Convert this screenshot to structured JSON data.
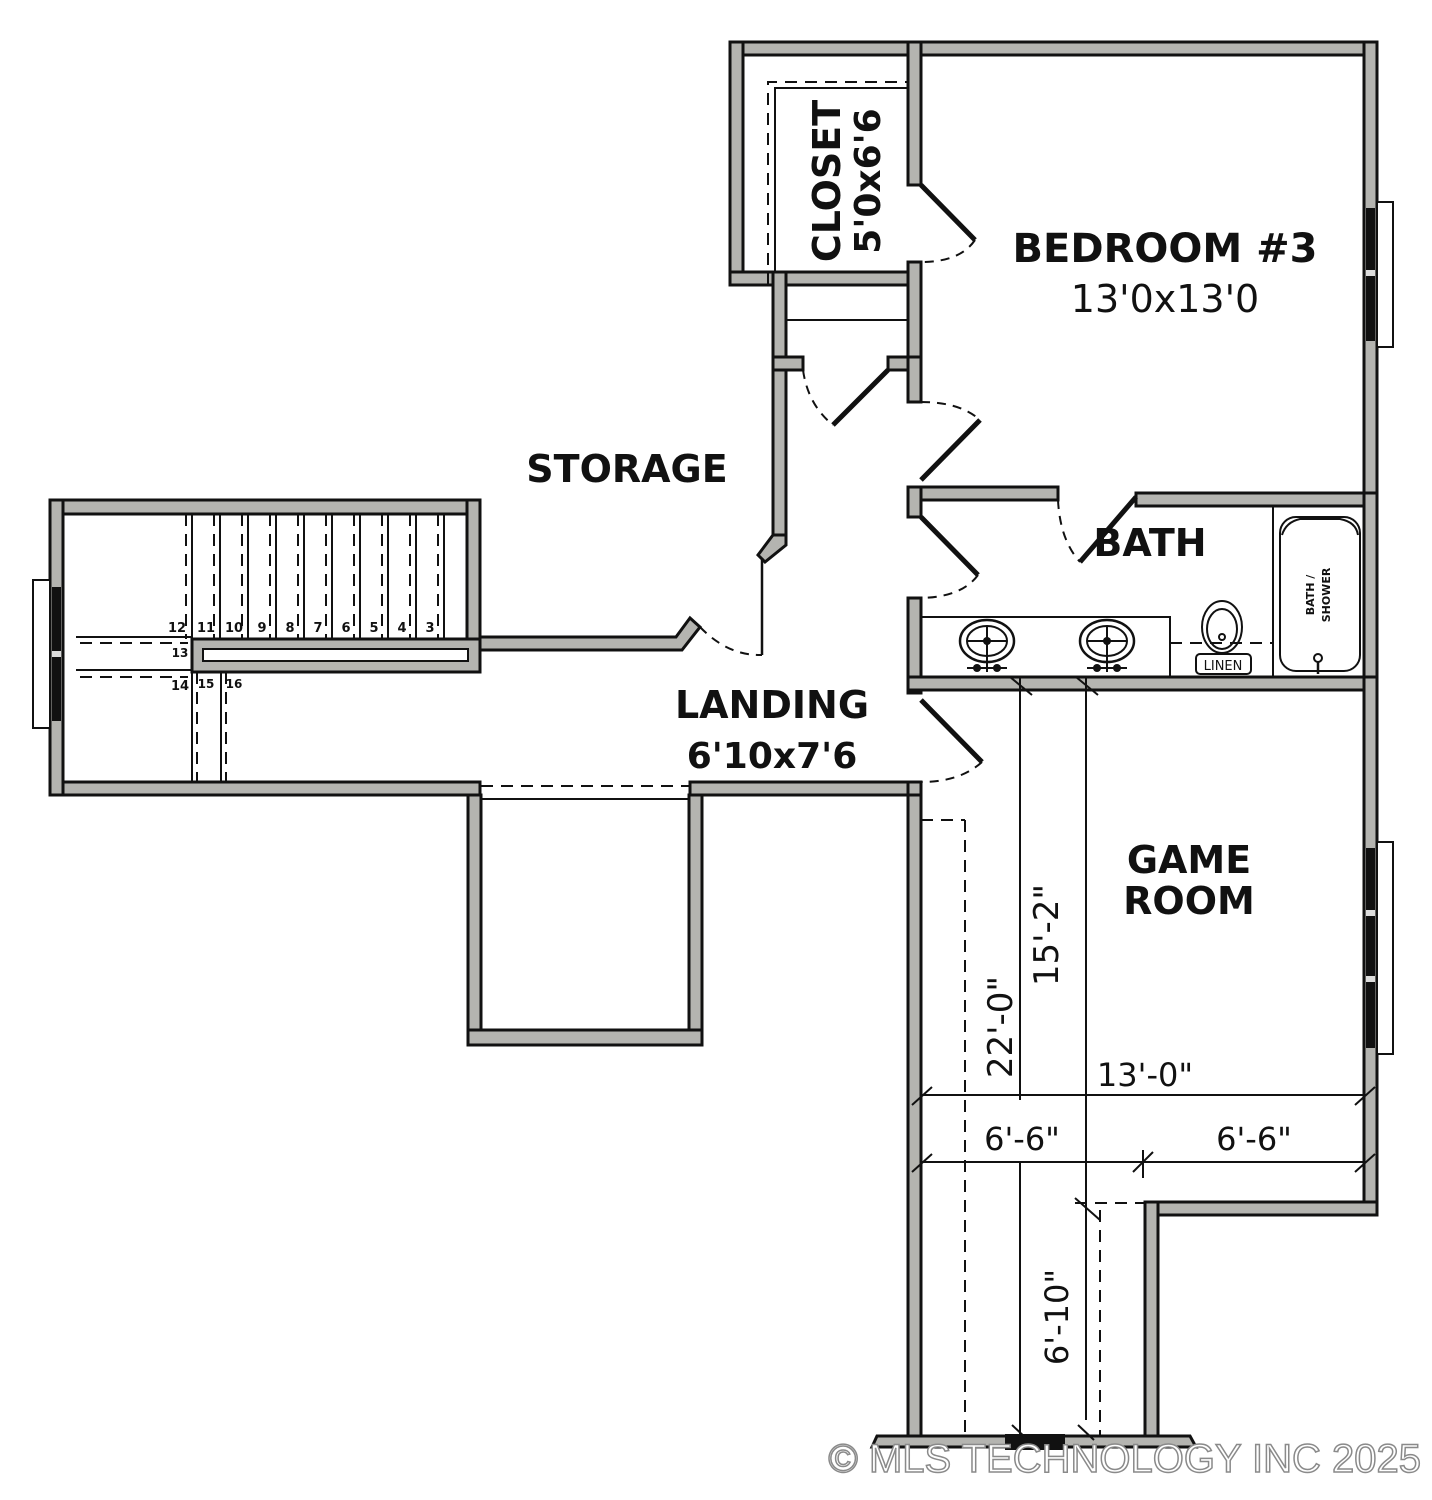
{
  "plan": {
    "rooms": {
      "bedroom3": {
        "name": "BEDROOM #3",
        "size": "13'0x13'0"
      },
      "closet": {
        "name": "CLOSET",
        "size": "5'0x6'6"
      },
      "storage": {
        "name": "STORAGE"
      },
      "bath": {
        "name": "BATH"
      },
      "landing": {
        "name": "LANDING",
        "size": "6'10x7'6"
      },
      "game_room": {
        "name_line1": "GAME",
        "name_line2": "ROOM"
      }
    },
    "fixtures": {
      "tub_line1": "BATH /",
      "tub_line2": "SHOWER",
      "linen": "LINEN"
    },
    "stairs": {
      "steps_upper": [
        "12",
        "11",
        "10",
        "9",
        "8",
        "7",
        "6",
        "5",
        "4",
        "3"
      ],
      "step_13": "13",
      "steps_lower": [
        "14",
        "15",
        "16"
      ]
    },
    "dimensions": {
      "game_room_depth": "15'-2\"",
      "overall_depth": "22'-0\"",
      "game_room_width": "13'-0\"",
      "half_width_left": "6'-6\"",
      "half_width_right": "6'-6\"",
      "hall_depth": "6'-10\""
    },
    "colors": {
      "wall_fill": "#b4b4b0",
      "line": "#111111",
      "background": "#ffffff"
    }
  },
  "watermark": "© MLS TECHNOLOGY INC 2025"
}
